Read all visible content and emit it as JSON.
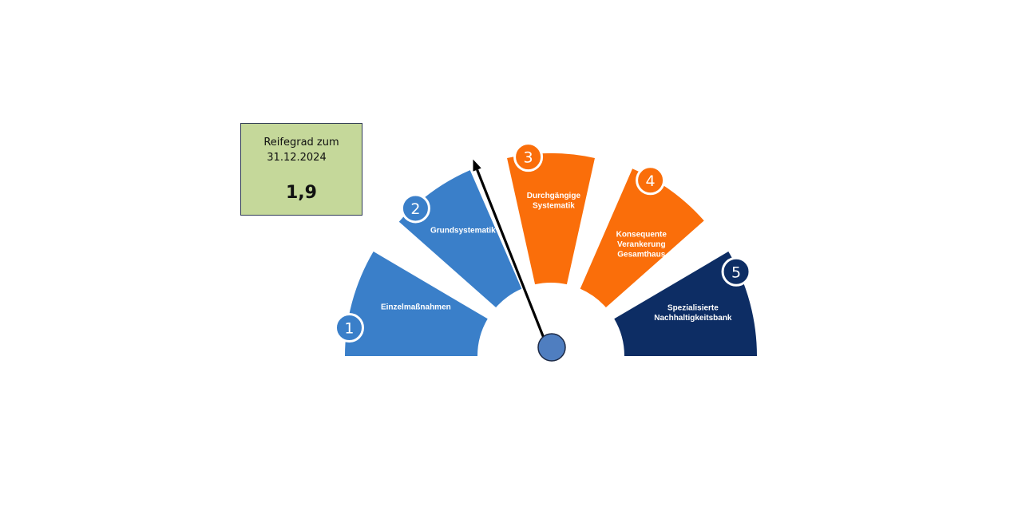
{
  "info_box": {
    "caption_line1": "Reifegrad zum",
    "caption_line2": "31.12.2024",
    "value": "1,9"
  },
  "stages": [
    {
      "number": "1",
      "label_lines": [
        "Einzelmaßnahmen"
      ],
      "color": "#3a7fc9"
    },
    {
      "number": "2",
      "label_lines": [
        "Grundsystematik"
      ],
      "color": "#3a7fc9"
    },
    {
      "number": "3",
      "label_lines": [
        "Durchgängige",
        "Systematik"
      ],
      "color": "#fa6e0a"
    },
    {
      "number": "4",
      "label_lines": [
        "Konsequente",
        "Verankerung",
        "Gesamthaus"
      ],
      "color": "#fa6e0a"
    },
    {
      "number": "5",
      "label_lines": [
        "Spezialisierte",
        "Nachhaltigkeitsbank"
      ],
      "color": "#0d2d64"
    }
  ],
  "gauge": {
    "scale_min": 0,
    "scale_max": 5,
    "needle_value": 1.9,
    "needle_color": "#000000",
    "hub_color": "#4f7ec0"
  }
}
